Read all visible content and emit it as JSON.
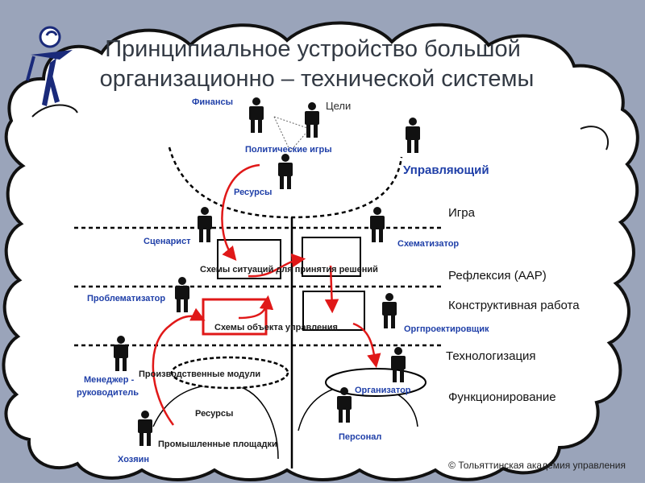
{
  "title": {
    "line1": "Принципиальное устройство большой",
    "line2": "организационно – технической системы"
  },
  "roles": {
    "finance": "Финансы",
    "goals": "Цели",
    "political_games": "Политические игры",
    "resources_top": "Ресурсы",
    "manager_main": "Управляющий",
    "scenarist": "Сценарист",
    "schematizer": "Схематизатор",
    "problematizer": "Проблематизатор",
    "org_designer": "Оргпроектировщик",
    "manager_leader_1": "Менеджер -",
    "manager_leader_2": "руководитель",
    "resources_bottom": "Ресурсы",
    "owner": "Хозяин",
    "organizer": "Организатор",
    "personnel": "Персонал"
  },
  "levels": {
    "game": "Игра",
    "reflection": "Рефлексия (ААР)",
    "constructive": "Конструктивная работа",
    "technologization": "Технологизация",
    "functioning": "Функционирование"
  },
  "modules": {
    "situation_schemes": "Схемы ситуаций для принятия решений",
    "object_schemes": "Схемы объекта управления",
    "production_modules": "Производственные модули",
    "industrial_sites": "Промышленные площадки"
  },
  "footer": {
    "copyright": "© Тольяттинская академия управления"
  },
  "colors": {
    "role_label": "#1f3fa8",
    "arrow": "#e01818",
    "title": "#333a44",
    "cloud_background": "#9aa4ba"
  },
  "icons": {
    "logo": "running-figure-logo-icon",
    "person": "person-icon"
  }
}
